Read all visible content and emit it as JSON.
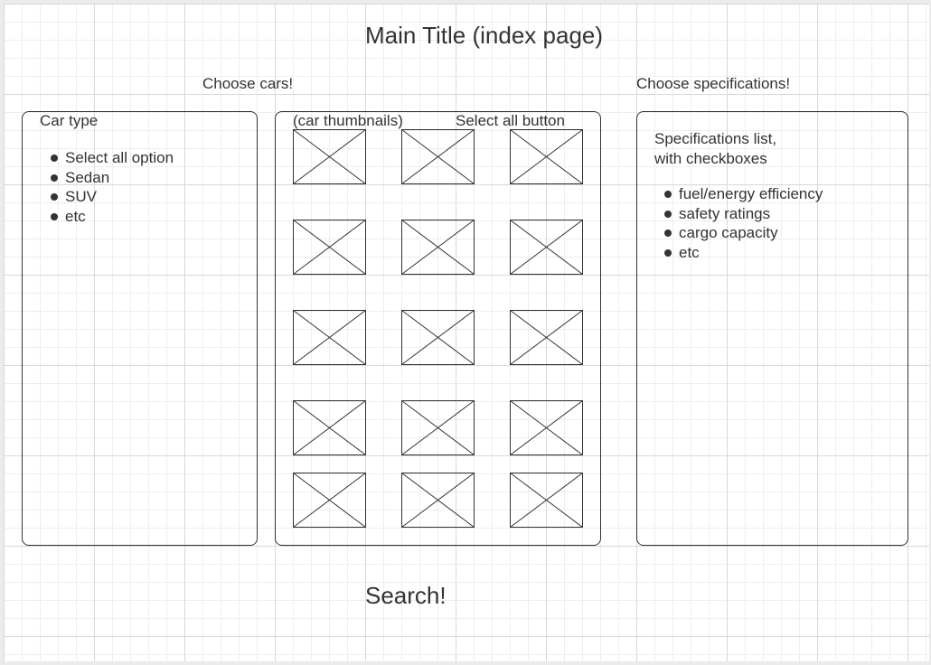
{
  "header": {
    "main_title": "Main Title (index page)"
  },
  "cars_section": {
    "heading": "Choose cars!",
    "car_type": {
      "label": "Car type",
      "options": [
        "Select all option",
        "Sedan",
        "SUV",
        "etc"
      ]
    },
    "thumbnails": {
      "label": "(car thumbnails)",
      "select_all_label": "Select all button",
      "count": 15,
      "icon": "image-placeholder-icon"
    }
  },
  "specs_section": {
    "heading": "Choose specifications!",
    "description_line1": "Specifications list,",
    "description_line2": "with checkboxes",
    "items": [
      "fuel/energy efficiency",
      "safety ratings",
      "cargo capacity",
      "etc"
    ]
  },
  "footer": {
    "search_label": "Search!"
  },
  "colors": {
    "stroke": "#333333",
    "grid_major": "#d8d8d8",
    "grid_minor": "#eeeeee"
  }
}
